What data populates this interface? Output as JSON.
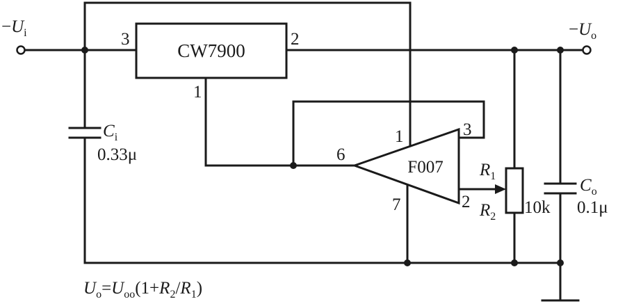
{
  "input_terminal": {
    "sign": "−",
    "symbol": "U",
    "subscript": "i"
  },
  "output_terminal": {
    "sign": "−",
    "symbol": "U",
    "subscript": "o"
  },
  "regulator": {
    "label": "CW7900",
    "pin_in": "3",
    "pin_out": "2",
    "pin_gnd": "1"
  },
  "opamp": {
    "label": "F007",
    "pin_1": "1",
    "pin_2": "2",
    "pin_3": "3",
    "pin_6": "6",
    "pin_7": "7"
  },
  "ci": {
    "symbol": "C",
    "subscript": "i",
    "value": "0.33μ"
  },
  "co": {
    "symbol": "C",
    "subscript": "o",
    "value": "0.1μ"
  },
  "r1": {
    "symbol": "R",
    "subscript": "1"
  },
  "r2": {
    "symbol": "R",
    "subscript": "2"
  },
  "pot": {
    "value": "10k"
  },
  "formula": {
    "lhs_symbol": "U",
    "lhs_sub": "o",
    "eq": "=",
    "rhs_symbol": "U",
    "rhs_sub": "oo",
    "open": "(1+",
    "r2_symbol": "R",
    "r2_sub": "2",
    "slash": "/",
    "r1_symbol": "R",
    "r1_sub": "1",
    "close": ")"
  }
}
